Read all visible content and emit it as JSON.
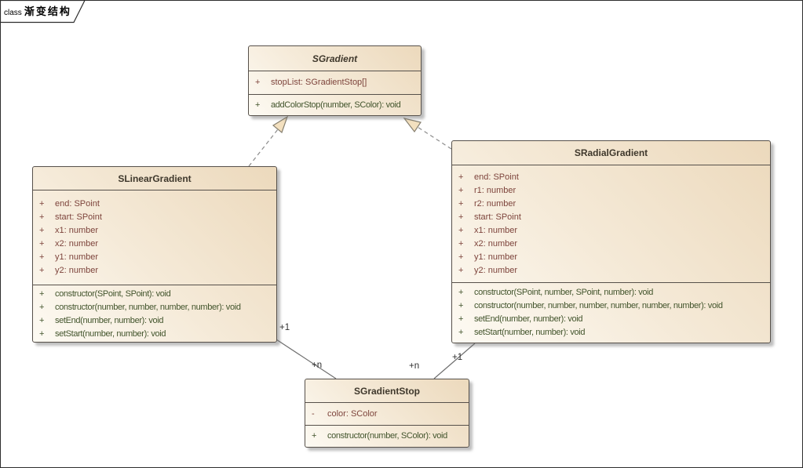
{
  "frame": {
    "keyword": "class",
    "title": "渐变结构"
  },
  "classes": [
    {
      "name": "SGradient",
      "abstract": true,
      "attributes": [
        {
          "vis": "+",
          "text": "stopList: SGradientStop[]"
        }
      ],
      "methods": [
        {
          "vis": "+",
          "text": "addColorStop(number, SColor): void"
        }
      ]
    },
    {
      "name": "SLinearGradient",
      "abstract": false,
      "attributes": [
        {
          "vis": "+",
          "text": "end: SPoint"
        },
        {
          "vis": "+",
          "text": "start: SPoint"
        },
        {
          "vis": "+",
          "text": "x1: number"
        },
        {
          "vis": "+",
          "text": "x2: number"
        },
        {
          "vis": "+",
          "text": "y1: number"
        },
        {
          "vis": "+",
          "text": "y2: number"
        }
      ],
      "methods": [
        {
          "vis": "+",
          "text": "constructor(SPoint, SPoint): void"
        },
        {
          "vis": "+",
          "text": "constructor(number, number, number, number): void"
        },
        {
          "vis": "+",
          "text": "setEnd(number, number): void"
        },
        {
          "vis": "+",
          "text": "setStart(number, number): void"
        }
      ]
    },
    {
      "name": "SRadialGradient",
      "abstract": false,
      "attributes": [
        {
          "vis": "+",
          "text": "end: SPoint"
        },
        {
          "vis": "+",
          "text": "r1: number"
        },
        {
          "vis": "+",
          "text": "r2: number"
        },
        {
          "vis": "+",
          "text": "start: SPoint"
        },
        {
          "vis": "+",
          "text": "x1: number"
        },
        {
          "vis": "+",
          "text": "x2: number"
        },
        {
          "vis": "+",
          "text": "y1: number"
        },
        {
          "vis": "+",
          "text": "y2: number"
        }
      ],
      "methods": [
        {
          "vis": "+",
          "text": "constructor(SPoint, number, SPoint, number): void"
        },
        {
          "vis": "+",
          "text": "constructor(number, number, number, number, number, number): void"
        },
        {
          "vis": "+",
          "text": "setEnd(number, number): void"
        },
        {
          "vis": "+",
          "text": "setStart(number, number): void"
        }
      ]
    },
    {
      "name": "SGradientStop",
      "abstract": false,
      "attributes": [
        {
          "vis": "-",
          "text": "color: SColor"
        }
      ],
      "methods": [
        {
          "vis": "+",
          "text": "constructor(number, SColor): void"
        }
      ]
    }
  ],
  "relations": {
    "linear_to_gradient": {
      "type": "realization"
    },
    "radial_to_gradient": {
      "type": "realization"
    },
    "linear_to_stop": {
      "type": "association",
      "source_label": "+1",
      "target_label": "+n"
    },
    "radial_to_stop": {
      "type": "association",
      "source_label": "+1",
      "target_label": "+n"
    }
  },
  "colors": {
    "attribute_text": "#7d443c",
    "method_text": "#43552d",
    "box_fill_light": "#fdfaf3",
    "box_fill_dark": "#ecd9bc",
    "box_border": "#56504a",
    "connector": "#7c7c7c",
    "arrowhead_fill": "#f3e0bf"
  }
}
